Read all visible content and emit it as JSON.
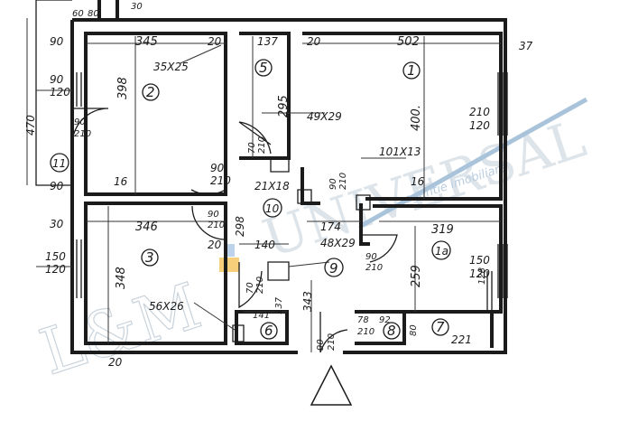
{
  "watermark": {
    "brand_left": "L&M",
    "brand_right": "UNIVERSAL",
    "tagline": "agentie imobiliara"
  },
  "rooms": [
    {
      "id": "r1",
      "label": "1"
    },
    {
      "id": "r1a",
      "label": "1a"
    },
    {
      "id": "r2",
      "label": "2"
    },
    {
      "id": "r3",
      "label": "3"
    },
    {
      "id": "r5",
      "label": "5"
    },
    {
      "id": "r6",
      "label": "6"
    },
    {
      "id": "r7",
      "label": "7"
    },
    {
      "id": "r8",
      "label": "8"
    },
    {
      "id": "r9",
      "label": "9"
    },
    {
      "id": "r10",
      "label": "10"
    },
    {
      "id": "r11",
      "label": "11"
    }
  ],
  "dimensions": {
    "d_60": "60",
    "d_80": "80",
    "d_30top": "30",
    "d_90a": "90",
    "d_345": "345",
    "d_20a": "20",
    "d_137": "137",
    "d_20b": "20",
    "d_502": "502",
    "d_37": "37",
    "d_90b": "90",
    "d_120a": "120",
    "d_35x25": "35X25",
    "d_398": "398",
    "d_295": "295",
    "d_400": "400.",
    "d_470": "470",
    "d_90door": "90",
    "d_210door": "210",
    "d_16a": "16",
    "d_90c": "90",
    "d_70": "70",
    "d_210v": "210",
    "d_49x29": "49X29",
    "d_210r": "210",
    "d_120r": "120",
    "d_90d": "90",
    "d_210d": "210",
    "d_21x18": "21X18",
    "d_90e": "90",
    "d_210e": "210",
    "d_101x13": "101X13",
    "d_16b": "16",
    "d_30b": "30",
    "d_346": "346",
    "d_90f": "90",
    "d_210f": "210",
    "d_298": "298",
    "d_174": "174",
    "d_319": "319",
    "d_150a": "150",
    "d_120b": "120",
    "d_20c": "20",
    "d_140": "140",
    "d_48x29": "48X29",
    "d_90g": "90",
    "d_210g": "210",
    "d_150b": "150",
    "d_120c": "120",
    "d_348": "348",
    "d_70b": "70",
    "d_210b": "210",
    "d_259": "259",
    "d_128": "128",
    "d_56x26": "56X26",
    "d_141": "141",
    "d_137b": "137",
    "d_343": "343",
    "d_90h": "90",
    "d_210h": "210",
    "d_78": "78",
    "d_92": "92",
    "d_210i": "210",
    "d_80b": "80",
    "d_221": "221",
    "d_20d": "20"
  },
  "colors": {
    "ink": "#1b1b1b",
    "watermark": "#c9d3dc",
    "accent_orange": "#f4b942",
    "accent_blue": "#9fc1e3"
  }
}
